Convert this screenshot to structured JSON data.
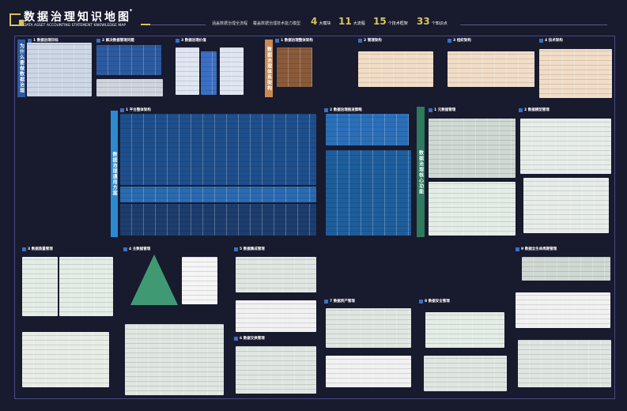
{
  "header": {
    "title": "数据治理知识地图",
    "subtitle": "DATA ASSET ACCOUNTING STATEMENT KNOWLEDGE MAP",
    "tags": [
      "涵盖数据治理全流程",
      "覆盖数据治理技术能力模型"
    ],
    "stats": [
      {
        "num": "4",
        "label": "大模块"
      },
      {
        "num": "11",
        "label": "大流程"
      },
      {
        "num": "15",
        "label": "个技术框架"
      },
      {
        "num": "33",
        "label": "个知识点"
      }
    ]
  },
  "side_labels": {
    "why": "为什么要做数据治理",
    "system": "数据治理体系架构",
    "platform": "数据治理通用方案",
    "core": "数据治理核心功能"
  },
  "sections": {
    "s1": "1 数据治理目标",
    "s2": "2 解决数据管理问题",
    "s3": "3 数据治理价值",
    "s4": "1 数据治理整体架构",
    "s5": "2 管理架构",
    "s6": "3 组织架构",
    "s7": "4 技术架构",
    "s8": "1 平台整体架构",
    "s9": "2 数据治理推进策略",
    "s10": "1 元数据管理",
    "s11": "2 数据模型管理",
    "s12": "3 数据质量管理",
    "s13": "4 主数据管理",
    "s14": "5 数据集成管理",
    "s15": "6 数据交换管理",
    "s16": "7 数据资产管理",
    "s17": "8 数据安全管理",
    "s18": "9 数据全生命周期管理"
  },
  "colors": {
    "bg": "#181a2e",
    "blue": "#2c5aa0",
    "orange": "#c98a55",
    "green": "#2e7a5c",
    "gold": "#d9c35a"
  }
}
